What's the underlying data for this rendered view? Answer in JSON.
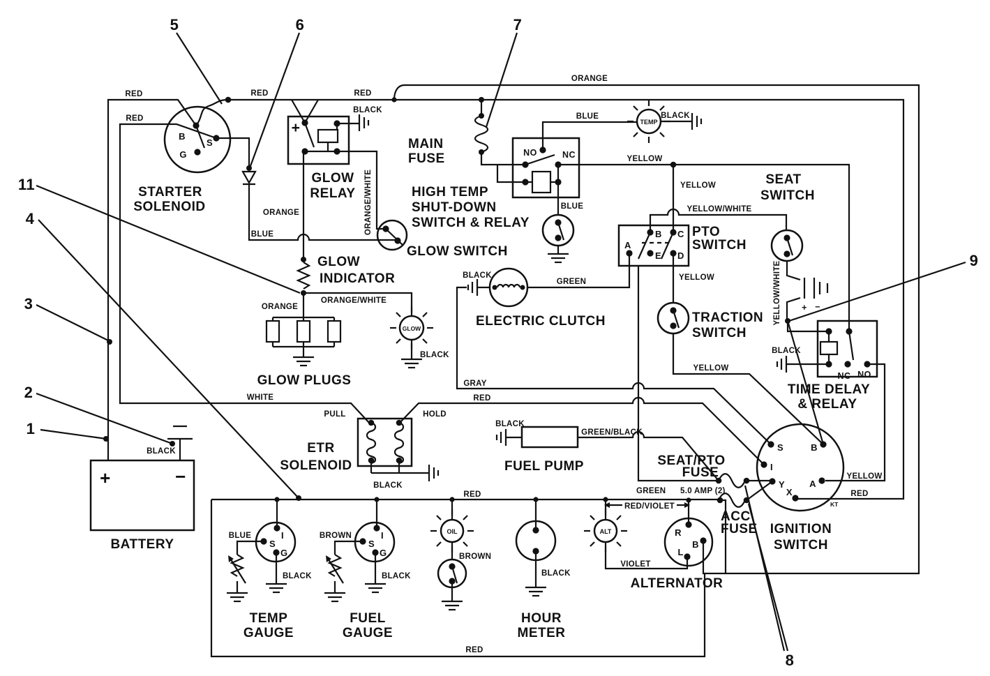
{
  "diagram_colors": {
    "ink": "#111111",
    "paper": "#ffffff"
  },
  "wire_labels": {
    "red": "RED",
    "black": "BLACK",
    "orange": "ORANGE",
    "blue": "BLUE",
    "yellow": "YELLOW",
    "gray": "GRAY",
    "white": "WHITE",
    "green": "GREEN",
    "brown": "BROWN",
    "violet": "VIOLET",
    "orange_white": "ORANGE/WHITE",
    "yellow_white": "YELLOW/WHITE",
    "green_black": "GREEN/BLACK",
    "red_violet": "RED/VIOLET"
  },
  "symbols": {
    "plus": "+",
    "minus": "−"
  },
  "callouts": {
    "n1": "1",
    "n2": "2",
    "n3": "3",
    "n4": "4",
    "n5": "5",
    "n6": "6",
    "n7": "7",
    "n8": "8",
    "n9": "9",
    "n11": "11"
  },
  "components": {
    "battery": {
      "label": "BATTERY"
    },
    "starter_solenoid": {
      "line1": "STARTER",
      "line2": "SOLENOID",
      "t_b": "B",
      "t_s": "S",
      "t_g": "G"
    },
    "glow_relay": {
      "line1": "GLOW",
      "line2": "RELAY"
    },
    "main_fuse": {
      "line1": "MAIN",
      "line2": "FUSE"
    },
    "high_temp_relay": {
      "line1": "HIGH TEMP",
      "line2": "SHUT-DOWN",
      "line3": "SWITCH & RELAY",
      "no": "NO",
      "nc": "NC"
    },
    "glow_switch": {
      "label": "GLOW SWITCH"
    },
    "temp_light": {
      "label": "TEMP"
    },
    "seat_switch": {
      "line1": "SEAT",
      "line2": "SWITCH"
    },
    "pto_switch": {
      "line1": "PTO",
      "line2": "SWITCH",
      "t_a": "A",
      "t_b": "B",
      "t_c": "C",
      "t_d": "D",
      "t_e": "E"
    },
    "glow_indicator": {
      "line1": "GLOW",
      "line2": "INDICATOR"
    },
    "glow_plugs": {
      "label": "GLOW PLUGS"
    },
    "glow_light": {
      "label": "GLOW"
    },
    "electric_clutch": {
      "label": "ELECTRIC CLUTCH"
    },
    "traction_switch": {
      "line1": "TRACTION",
      "line2": "SWITCH"
    },
    "time_delay_relay": {
      "line1": "TIME DELAY",
      "line2": "& RELAY",
      "nc": "NC",
      "no": "NO"
    },
    "etr_solenoid": {
      "line1": "ETR",
      "line2": "SOLENOID",
      "pull": "PULL",
      "hold": "HOLD"
    },
    "fuel_pump": {
      "label": "FUEL PUMP"
    },
    "seat_pto_fuse": {
      "line1": "SEAT/PTO",
      "line2": "FUSE",
      "rating": "5.0 AMP (2)"
    },
    "acc_fuse": {
      "line1": "ACC",
      "line2": "FUSE"
    },
    "ignition_switch": {
      "line1": "IGNITION",
      "line2": "SWITCH",
      "t_s": "S",
      "t_b": "B",
      "t_i": "I",
      "t_y": "Y",
      "t_a": "A",
      "t_x": "X",
      "kt": "KT"
    },
    "alternator": {
      "label": "ALTERNATOR",
      "t_r": "R",
      "t_l": "L",
      "t_b": "B"
    },
    "alt_light": {
      "label": "ALT"
    },
    "oil_light": {
      "label": "OIL"
    },
    "hour_meter": {
      "line1": "HOUR",
      "line2": "METER"
    },
    "temp_gauge": {
      "line1": "TEMP",
      "line2": "GAUGE",
      "t_s": "S",
      "t_i": "I",
      "t_g": "G"
    },
    "fuel_gauge": {
      "line1": "FUEL",
      "line2": "GAUGE",
      "t_s": "S",
      "t_i": "I",
      "t_g": "G"
    }
  }
}
